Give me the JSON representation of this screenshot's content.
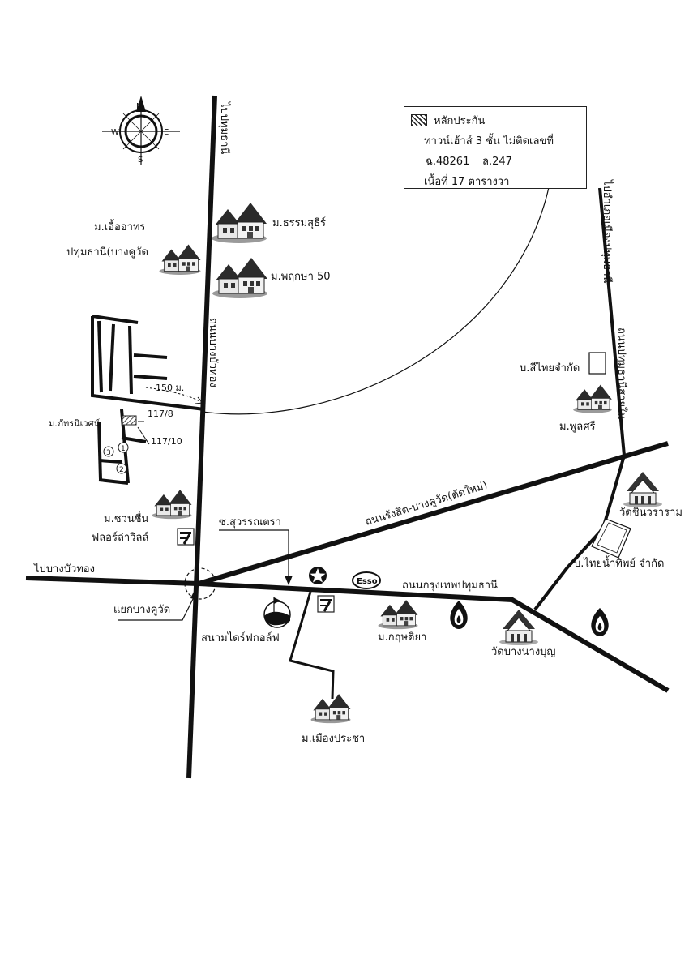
{
  "legend": {
    "title": "หลักประกัน",
    "line1": "ทาวน์เฮ้าส์ 3 ชั้น ไม่ติดเลขที่",
    "deed_no": "ฉ.48261",
    "land_no": "ล.247",
    "area": "เนื้อที่ 17 ตารางวา"
  },
  "roads": {
    "road_vertical_top": "ไปปทุมธานี",
    "road_vertical_name": "ถนนบางบัวทอง",
    "road_right_top": "ไปอำเภอเมืองปทุมธานี",
    "road_right_name": "ถนนปทุมธานีสายใน",
    "road_diag_name": "ถนนรังสิต-บางคูวัด(ตัดใหม่)",
    "road_main_name": "ถนนกรุงเทพปทุมธานี",
    "soi_name": "ซ.สุวรรณตรา",
    "to_bangbuathong": "ไปบางบัวทอง",
    "junction": "แยกบางคูวัด"
  },
  "places": {
    "eua_athorn_1": "ม.เอื้ออาทร",
    "eua_athorn_2": "ปทุมธานี(บางคูวัด",
    "thammasut": "ม.ธรรมสุธีร์",
    "pruksa": "ม.พฤกษา 50",
    "phatara": "ม.ภัทรนิเวศน์",
    "chuanchuen": "ม.ชวนชื่น",
    "flora": "ฟลอร์ล่าวิลล์",
    "golf": "สนามไดร์ฟกอล์ฟ",
    "krit": "ม.กฤษติยา",
    "muang_pracha": "ม.เมืองประชา",
    "wat_bangnang": "วัดบางนางบุญ",
    "wat_chin": "วัดชินวราราม",
    "thai_water": "บ.ไทยน้ำทิพย์ จำกัด",
    "si_thai": "บ.สีไทยจำกัด",
    "poonsri": "ม.พูลศรี"
  },
  "markers": {
    "dist": "150 ม.",
    "addr1": "117/8",
    "addr2": "117/10",
    "n1": "1",
    "n2": "2",
    "n3": "3",
    "esso": "Esso",
    "compass_n": "N",
    "compass_s": "S",
    "compass_e": "E",
    "compass_w": "W"
  }
}
